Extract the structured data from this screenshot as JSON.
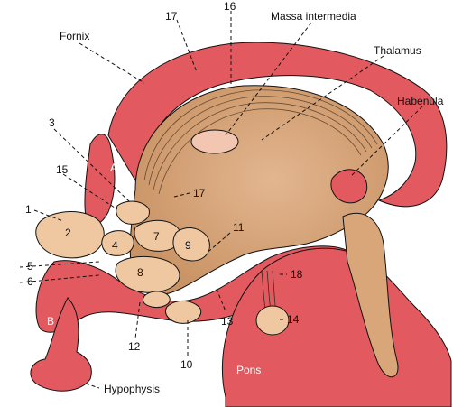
{
  "labels": {
    "fornix": "Fornix",
    "n17_top": "17",
    "n16": "16",
    "massa": "Massa intermedia",
    "thalamus": "Thalamus",
    "habenula": "Habenula",
    "n3": "3",
    "n15": "15",
    "a": "A",
    "n17_mid": "17",
    "n1": "1",
    "n2": "2",
    "n4": "4",
    "n7": "7",
    "n9": "9",
    "n11": "11",
    "n5": "5",
    "n6": "6",
    "n8": "8",
    "n18": "18",
    "b": "B",
    "n13": "13",
    "n14": "14",
    "n12": "12",
    "n10": "10",
    "pons": "Pons",
    "hypophysis": "Hypophysis"
  },
  "colors": {
    "ventricle_wall": "#e25a5f",
    "tissue": "#d9a679",
    "nucleus": "#efc7a0",
    "outline": "#111111"
  }
}
